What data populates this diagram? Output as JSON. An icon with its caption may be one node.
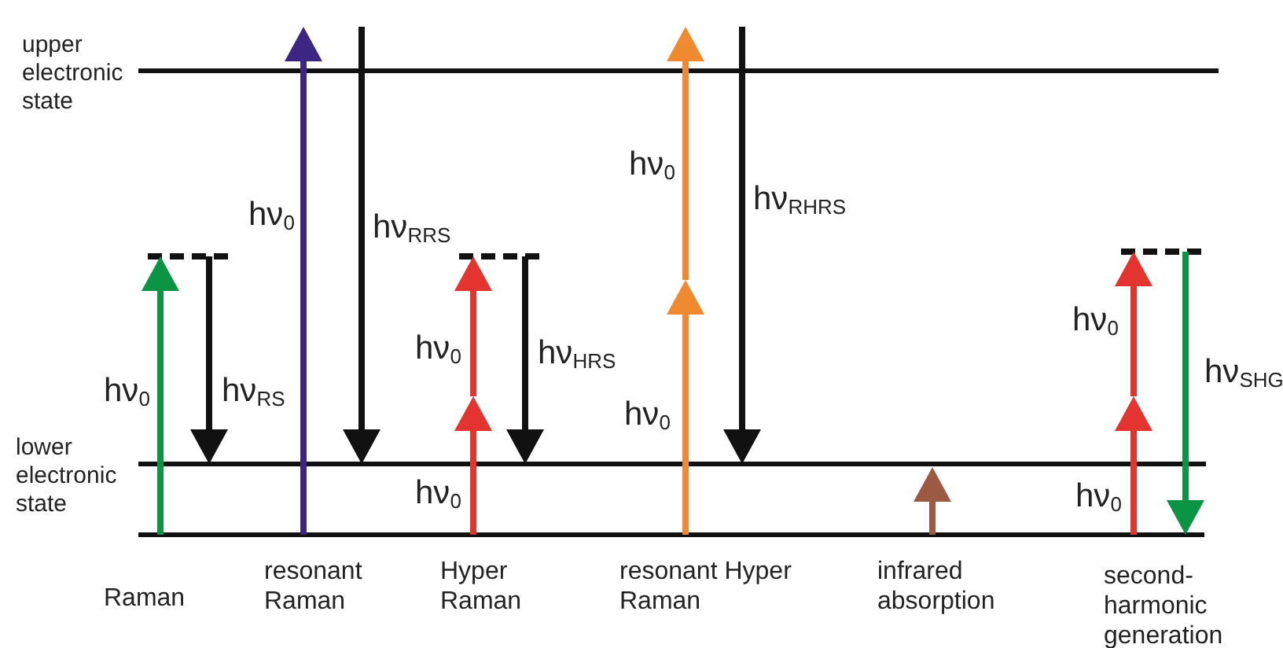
{
  "diagram": {
    "labels": [
      "upper electronic state",
      "hν$_{0}$",
      "hν$_{RRS}$",
      "hν$_{0}$",
      "hν$_{RHRS}$",
      "hν$_{0}$",
      "hν$_{HRS}$",
      "hν$_{0}$",
      "hν$_{SHG}$",
      "hν$_{0}$",
      "hν$_{RS}$",
      "hν$_{0}$",
      "lower electronic state",
      "hν$_{0}$",
      "hν$_{0}$",
      "Raman",
      "resonant Raman",
      "Hyper Raman",
      "resonant Hyper Raman",
      "infrared absorption",
      "second-harmonic generation"
    ]
  }
}
